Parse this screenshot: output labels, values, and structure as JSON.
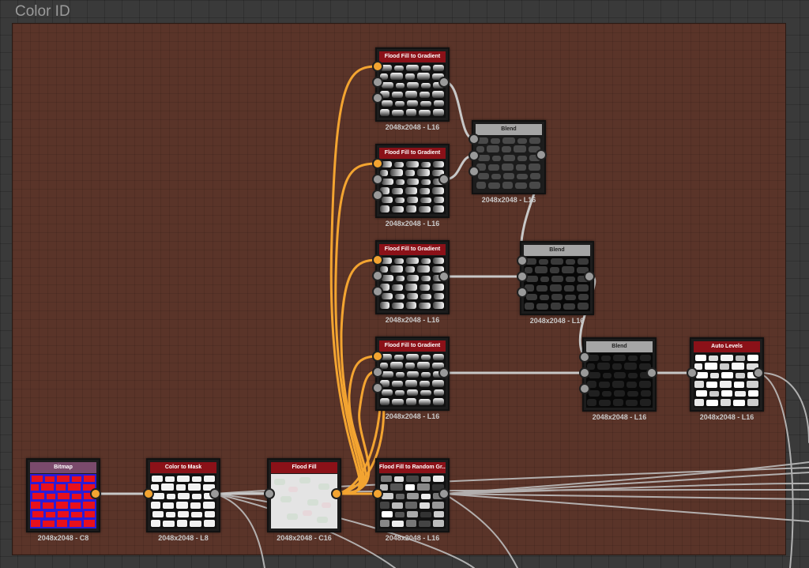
{
  "frame": {
    "title": "Color ID"
  },
  "nodes": {
    "bitmap": {
      "title": "Bitmap",
      "resolution": "2048x2048 - C8"
    },
    "color_to_mask": {
      "title": "Color to Mask",
      "resolution": "2048x2048 - L8"
    },
    "flood_fill": {
      "title": "Flood Fill",
      "resolution": "2048x2048 - C16"
    },
    "flood_fill_random": {
      "title": "Flood Fill to Random Gr...",
      "resolution": "2048x2048 - L16"
    },
    "ffg1": {
      "title": "Flood Fill to Gradient",
      "resolution": "2048x2048 - L16"
    },
    "ffg2": {
      "title": "Flood Fill to Gradient",
      "resolution": "2048x2048 - L16"
    },
    "ffg3": {
      "title": "Flood Fill to Gradient",
      "resolution": "2048x2048 - L16"
    },
    "ffg4": {
      "title": "Flood Fill to Gradient",
      "resolution": "2048x2048 - L16"
    },
    "blend1": {
      "title": "Blend",
      "resolution": "2048x2048 - L16"
    },
    "blend2": {
      "title": "Blend",
      "resolution": "2048x2048 - L16"
    },
    "blend3": {
      "title": "Blend",
      "resolution": "2048x2048 - L16"
    },
    "auto_levels": {
      "title": "Auto Levels",
      "resolution": "2048x2048 - L16"
    }
  },
  "colors": {
    "header_red": "#8b1118",
    "header_gray": "#a5a5a5",
    "header_purple": "#7a4a6c",
    "link_orange": "#f3a431",
    "link_gray": "#c8c8c8",
    "frame_brown": "#5a3429"
  }
}
